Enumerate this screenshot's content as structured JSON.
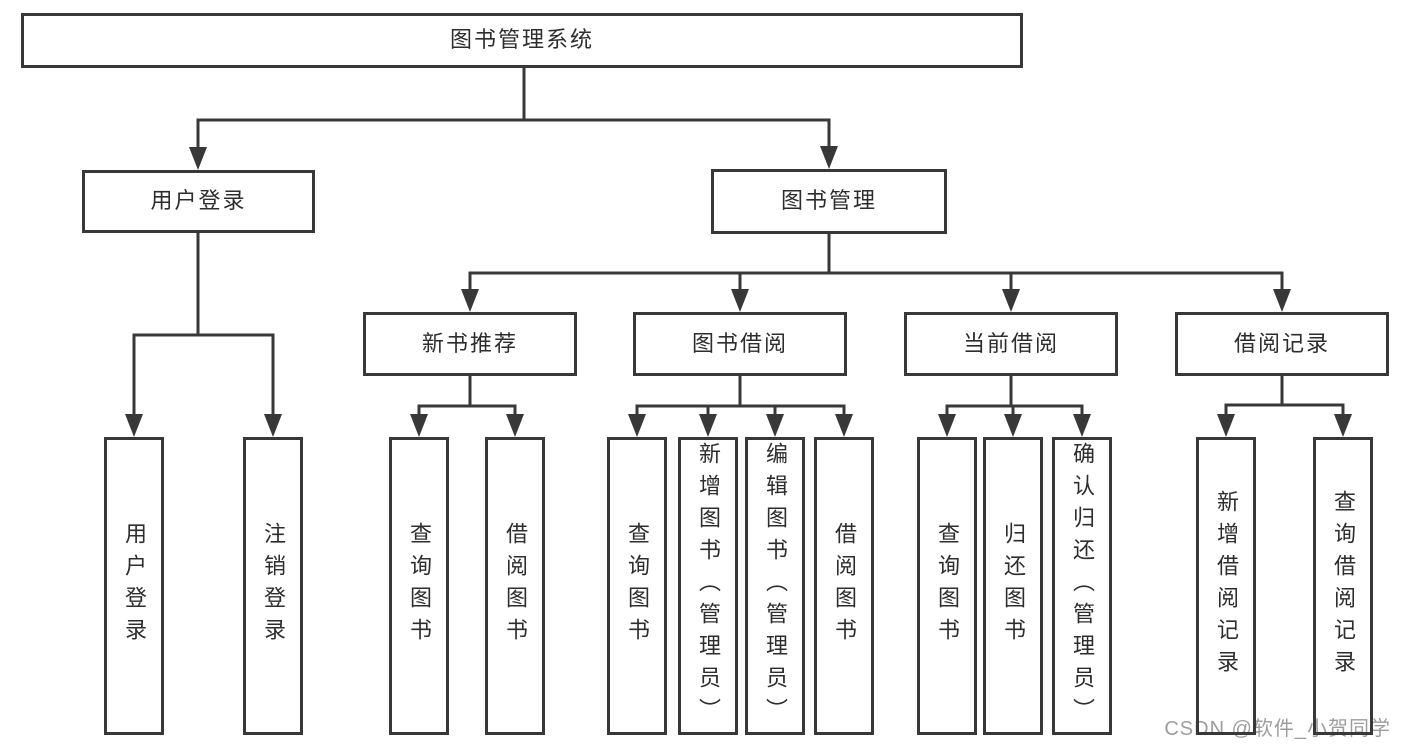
{
  "tree": {
    "label": "图书管理系统",
    "children": [
      {
        "label": "用户登录",
        "children": [
          {
            "label": "用户登录"
          },
          {
            "label": "注销登录"
          }
        ]
      },
      {
        "label": "图书管理",
        "children": [
          {
            "label": "新书推荐",
            "children": [
              {
                "label": "查询图书"
              },
              {
                "label": "借阅图书"
              }
            ]
          },
          {
            "label": "图书借阅",
            "children": [
              {
                "label": "查询图书"
              },
              {
                "label": "新增图书（管理员）"
              },
              {
                "label": "编辑图书（管理员）"
              },
              {
                "label": "借阅图书"
              }
            ]
          },
          {
            "label": "当前借阅",
            "children": [
              {
                "label": "查询图书"
              },
              {
                "label": "归还图书"
              },
              {
                "label": "确认归还（管理员）"
              }
            ]
          },
          {
            "label": "借阅记录",
            "children": [
              {
                "label": "新增借阅记录"
              },
              {
                "label": "查询借阅记录"
              }
            ]
          }
        ]
      }
    ]
  },
  "watermark": {
    "text": "CSDN @软件_小贺同学"
  },
  "colors": {
    "line": "#383838",
    "text": "#2d2d2d",
    "background": "#ffffff",
    "watermark": "#9d9d9d"
  }
}
